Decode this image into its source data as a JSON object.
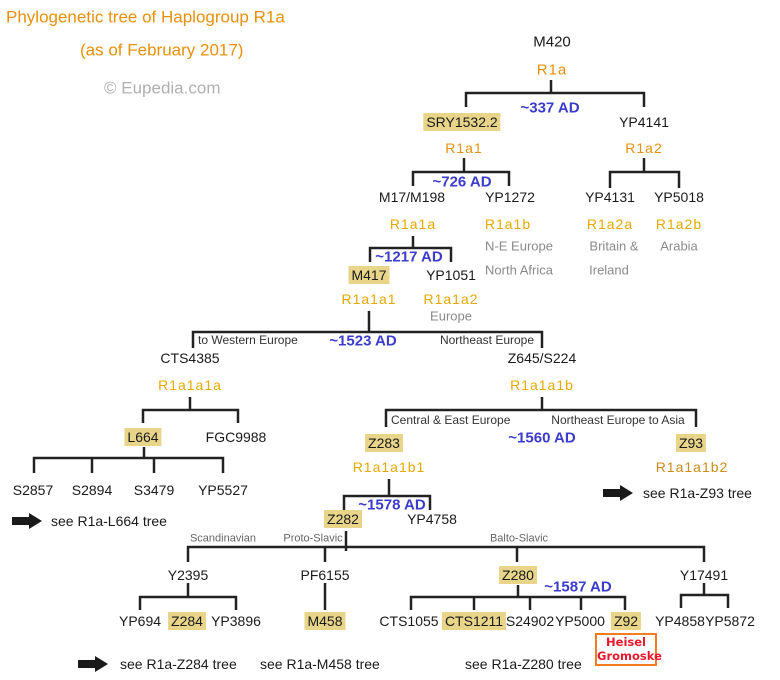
{
  "colors": {
    "title": "#e8900a",
    "clade": "#e6a800",
    "clade_secondary": "#cc8c18",
    "date": "#3c3ccc",
    "highlight": "#e8d58a",
    "region": "#8a8a8a",
    "annotation_border": "#f47b20",
    "annotation_text": "#e8182c"
  },
  "header": {
    "title_line1": "Phylogenetic tree of Haplogroup R1a",
    "title_line2": "(as of February 2017)",
    "copyright": "© Eupedia.com"
  },
  "nodes": {
    "m420": {
      "snp": "M420",
      "clade": "R1a"
    },
    "sry1532": {
      "snp": "SRY1532.2",
      "clade": "R1a1",
      "highlighted": true
    },
    "yp4141": {
      "snp": "YP4141",
      "clade": "R1a2"
    },
    "m17": {
      "snp": "M17/M198",
      "clade": "R1a1a"
    },
    "yp1272": {
      "snp": "YP1272",
      "clade": "R1a1b",
      "region": [
        "N-E Europe",
        "North Africa"
      ]
    },
    "yp4131": {
      "snp": "YP4131",
      "clade": "R1a2a",
      "region": [
        "Britain &",
        "Ireland"
      ]
    },
    "yp5018": {
      "snp": "YP5018",
      "clade": "R1a2b",
      "region": [
        "Arabia"
      ]
    },
    "m417": {
      "snp": "M417",
      "clade": "R1a1a1",
      "highlighted": true
    },
    "yp1051": {
      "snp": "YP1051",
      "clade": "R1a1a2",
      "region": [
        "Europe"
      ]
    },
    "cts4385": {
      "snp": "CTS4385",
      "clade": "R1a1a1a"
    },
    "z645": {
      "snp": "Z645/S224",
      "clade": "R1a1a1b"
    },
    "l664": {
      "snp": "L664",
      "highlighted": true
    },
    "fgc9988": {
      "snp": "FGC9988"
    },
    "s2857": {
      "snp": "S2857"
    },
    "s2894": {
      "snp": "S2894"
    },
    "s3479": {
      "snp": "S3479"
    },
    "yp5527": {
      "snp": "YP5527"
    },
    "z283": {
      "snp": "Z283",
      "clade": "R1a1a1b1",
      "highlighted": true
    },
    "z93": {
      "snp": "Z93",
      "clade": "R1a1a1b2",
      "highlighted": true
    },
    "z282": {
      "snp": "Z282",
      "highlighted": true
    },
    "yp4758": {
      "snp": "YP4758"
    },
    "y2395": {
      "snp": "Y2395"
    },
    "pf6155": {
      "snp": "PF6155"
    },
    "z280": {
      "snp": "Z280",
      "highlighted": true
    },
    "y17491": {
      "snp": "Y17491"
    },
    "yp694": {
      "snp": "YP694"
    },
    "z284": {
      "snp": "Z284",
      "highlighted": true
    },
    "yp3896": {
      "snp": "YP3896"
    },
    "m458": {
      "snp": "M458",
      "highlighted": true
    },
    "cts1055": {
      "snp": "CTS1055"
    },
    "cts1211": {
      "snp": "CTS1211",
      "highlighted": true
    },
    "s24902": {
      "snp": "S24902"
    },
    "yp5000": {
      "snp": "YP5000"
    },
    "z92": {
      "snp": "Z92",
      "highlighted": true
    },
    "yp4858": {
      "snp": "YP4858"
    },
    "yp5872": {
      "snp": "YP5872"
    }
  },
  "dates": {
    "r1a": "~337 AD",
    "r1a1": "~726 AD",
    "r1a1a": "~1217 AD",
    "r1a1a1": "~1523 AD",
    "r1a1a1b": "~1560 AD",
    "r1a1a1b1": "~1578 AD",
    "z280": "~1587 AD"
  },
  "branch_labels": {
    "to_western_europe": "to Western Europe",
    "northeast_europe": "Northeast Europe",
    "central_east_europe": "Central & East Europe",
    "northeast_europe_asia": "Northeast Europe to Asia",
    "scandinavian": "Scandinavian",
    "proto_slavic": "Proto-Slavic",
    "balto_slavic": "Balto-Slavic"
  },
  "links": {
    "l664": "see R1a-L664 tree",
    "z93": "see R1a-Z93 tree",
    "z284": "see R1a-Z284 tree",
    "m458": "see R1a-M458 tree",
    "z280": "see R1a-Z280 tree"
  },
  "annotation": {
    "line1": "Heisel",
    "line2": "Gromoske"
  }
}
